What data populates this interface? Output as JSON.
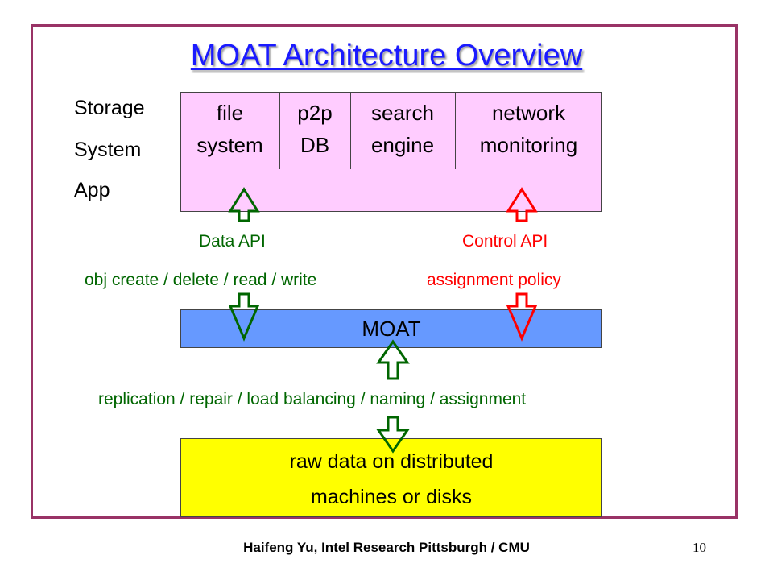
{
  "title": "MOAT Architecture Overview",
  "side_label": [
    "Storage",
    "System",
    "App"
  ],
  "apps": [
    {
      "line1": "file",
      "line2": "system"
    },
    {
      "line1": "p2p",
      "line2": "DB"
    },
    {
      "line1": "search",
      "line2": "engine"
    },
    {
      "line1": "network",
      "line2": "monitoring"
    }
  ],
  "data_api": {
    "label": "Data API",
    "ops": "obj create / delete / read / write"
  },
  "control_api": {
    "label": "Control API",
    "ops": "assignment policy"
  },
  "moat_label": "MOAT",
  "moat_functions": "replication / repair / load balancing / naming / assignment",
  "raw_data": {
    "line1": "raw data on distributed",
    "line2": "machines or disks"
  },
  "footer": "Haifeng Yu, Intel Research Pittsburgh / CMU",
  "page_number": "10",
  "colors": {
    "frame": "#993366",
    "title": "#1a1aff",
    "app_box": "#ffccff",
    "moat_box": "#6699ff",
    "raw_box": "#ffff00",
    "data_api": "#006600",
    "control_api": "#ff0000"
  }
}
